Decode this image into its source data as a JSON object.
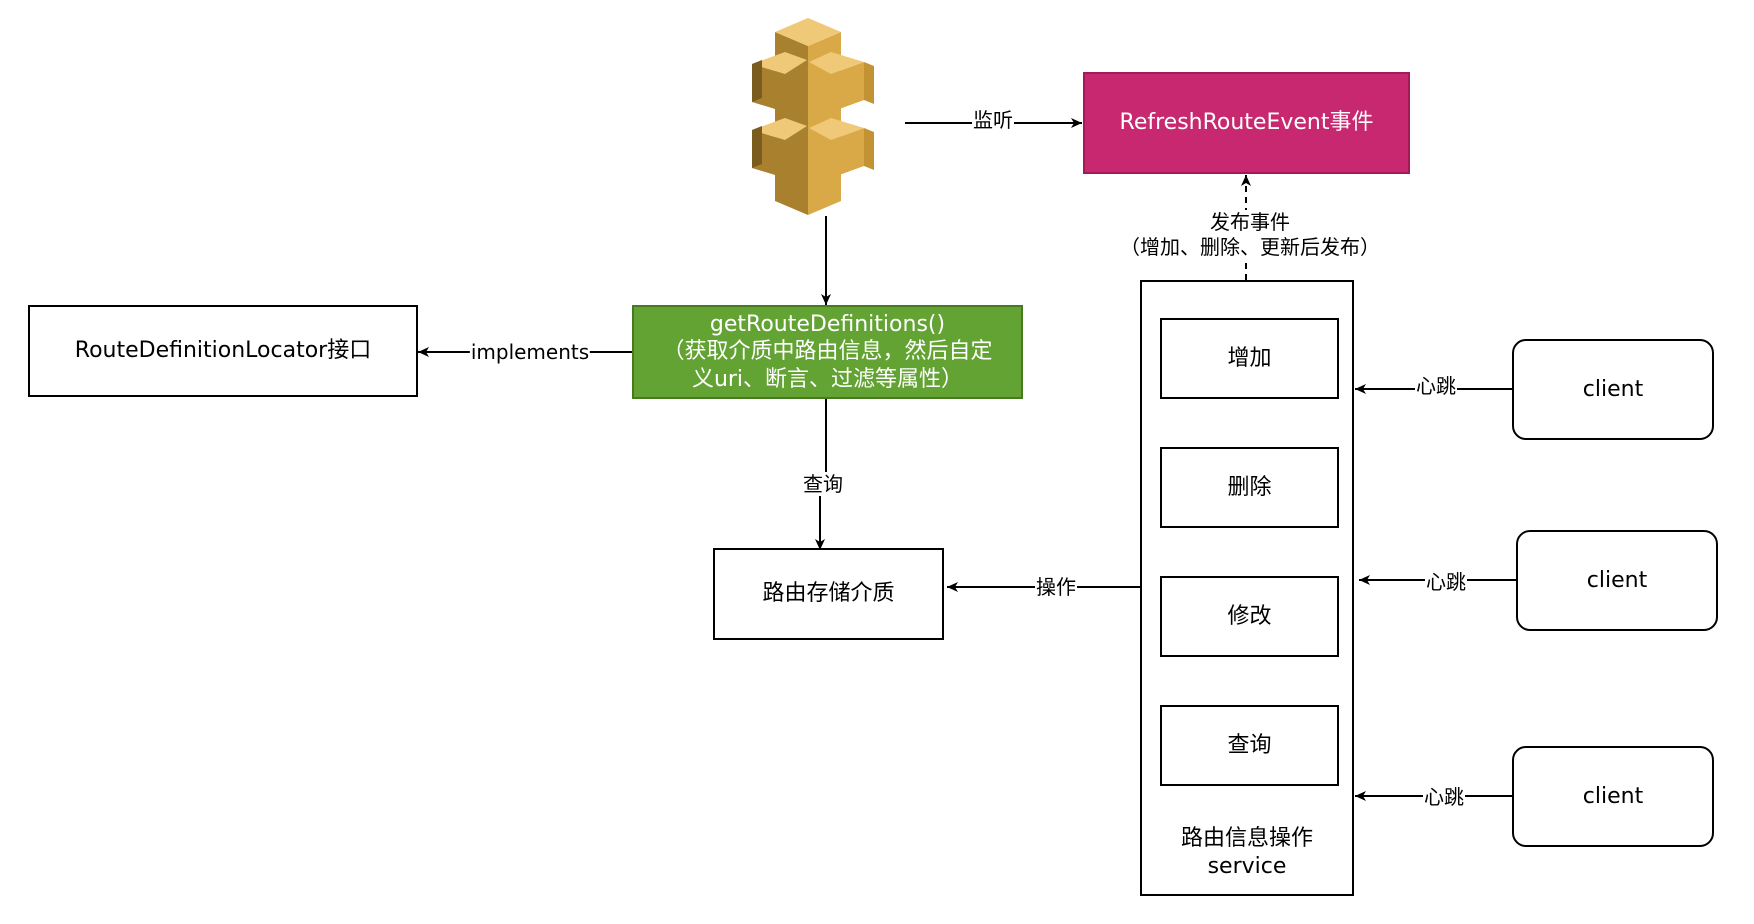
{
  "nodes": {
    "event": "RefreshRouteEvent事件",
    "locator": "RouteDefinitionLocator接口",
    "get_route": {
      "line1": "getRouteDefinitions()",
      "line2": "（获取介质中路由信息，然后自定",
      "line3": "义uri、断言、过滤等属性）"
    },
    "storage": "路由存储介质",
    "service_ops": [
      "增加",
      "删除",
      "修改",
      "查询"
    ],
    "service_title": {
      "line1": "路由信息操作",
      "line2": "service"
    },
    "clients": [
      "client",
      "client",
      "client"
    ]
  },
  "edges": {
    "listen": "监听",
    "implements": "implements",
    "query": "查询",
    "operate": "操作",
    "publish": {
      "line1": "发布事件",
      "line2": "（增加、删除、更新后发布）"
    },
    "heartbeat": [
      "心跳",
      "心跳",
      "心跳"
    ]
  },
  "colors": {
    "event_fill": "#c7286f",
    "green_fill": "#63a333",
    "gateway_gold": "#d9a847"
  },
  "icons": {
    "gateway": "aws-api-gateway-icon"
  }
}
